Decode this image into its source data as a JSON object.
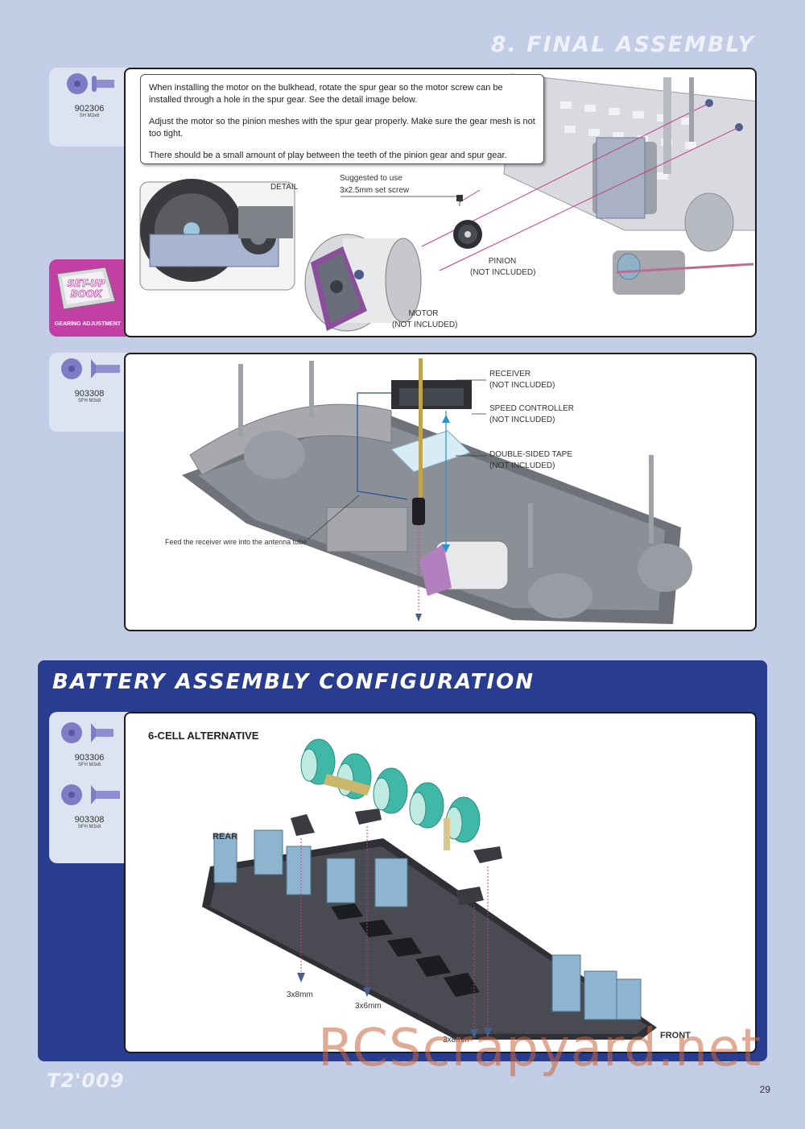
{
  "header": {
    "section_title": "8. FINAL ASSEMBLY"
  },
  "step1": {
    "hardware": {
      "code": "902306",
      "spec": "SH M3x6"
    },
    "instructions": [
      "When installing the motor on the bulkhead, rotate the spur gear so the motor screw can be installed through a hole in the spur gear. See the detail image below.",
      "Adjust the motor so the pinion meshes with the spur gear properly. Make sure the gear mesh is not too tight.",
      "There should be a small amount of play between the teeth of the pinion gear and spur gear."
    ],
    "detail_label": "DETAIL",
    "set_screw_note": "Suggested to use",
    "set_screw_size": "3x2.5mm set screw",
    "pinion_label": "PINION",
    "pinion_note": "(NOT INCLUDED)",
    "motor_label": "MOTOR",
    "motor_note": "(NOT INCLUDED)",
    "setup_book": {
      "line1": "SET-UP",
      "line2": "BOOK",
      "caption": "GEARING ADJUSTMENT"
    }
  },
  "step2": {
    "hardware": {
      "code": "903308",
      "spec": "SFH M3x8"
    },
    "receiver_label": "RECEIVER",
    "receiver_note": "(NOT INCLUDED)",
    "speed_label": "SPEED CONTROLLER",
    "speed_note": "(NOT INCLUDED)",
    "tape_label": "DOUBLE-SIDED TAPE",
    "tape_note": "(NOT INCLUDED)",
    "antenna_note": "Feed the receiver wire into the antenna tube"
  },
  "battery": {
    "title": "BATTERY ASSEMBLY CONFIGURATION",
    "hardware": [
      {
        "code": "903306",
        "spec": "SFH M3x6"
      },
      {
        "code": "903308",
        "spec": "SFH M3x8"
      }
    ],
    "subtitle": "6-CELL ALTERNATIVE",
    "rear_label": "REAR",
    "front_label": "FRONT",
    "screw_labels": [
      "3x8mm",
      "3x6mm",
      "3x8mm",
      "3x6mm"
    ]
  },
  "footer": {
    "brand": "T2'009",
    "page_number": "29",
    "watermark": "RCScrapyard.net"
  },
  "colors": {
    "background": "#c3cde6",
    "battery_box": "#283c90",
    "accent_pink": "#c23fa4",
    "screw": "#7d7cc4",
    "cell": "#3fb8a8"
  }
}
